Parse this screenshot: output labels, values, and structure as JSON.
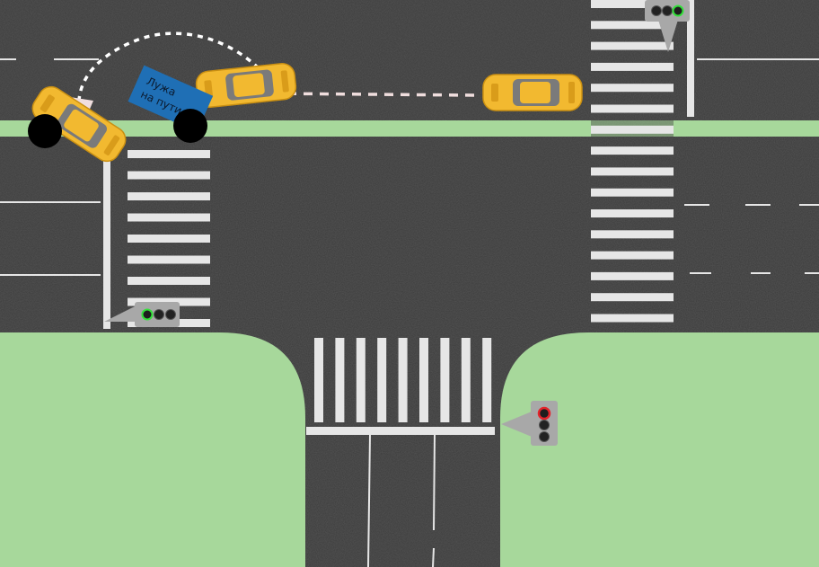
{
  "colors": {
    "asphalt": "#3b3b3b",
    "grass": "#a7d89b",
    "marking": "#e6e6e6",
    "taxi": "#f2b930",
    "sign": "#1f6fb5",
    "light_housing": "#a8a8a8",
    "green_light": "#33e03a",
    "red_light": "#e3242b",
    "path_arrow": "#f0dede"
  },
  "sign": {
    "line1": "Лужа",
    "line2": "на пути"
  },
  "traffic_lights": [
    {
      "id": "top-right",
      "state": "green"
    },
    {
      "id": "left-middle",
      "state": "green"
    },
    {
      "id": "bottom-center",
      "state": "red"
    }
  ],
  "vehicles": [
    {
      "id": "taxi-right",
      "label": "taxi"
    },
    {
      "id": "taxi-middle",
      "label": "taxi"
    },
    {
      "id": "taxi-left",
      "label": "taxi"
    }
  ]
}
